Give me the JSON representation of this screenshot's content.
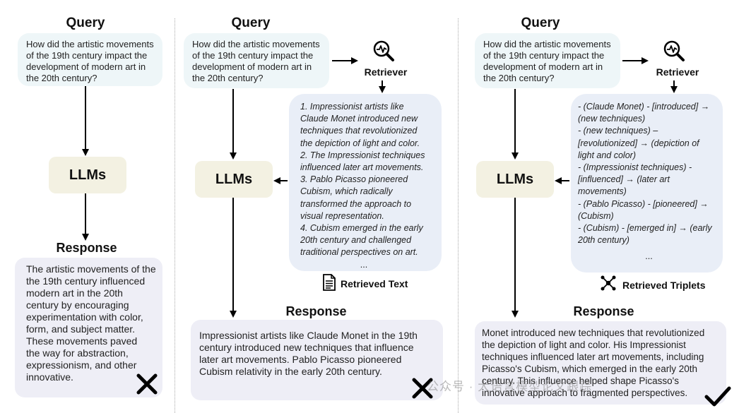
{
  "panel1": {
    "query_heading": "Query",
    "query_lines": [
      "How did the artistic movements",
      "of the 19th century impact the",
      "development of modern art in",
      "the 20th century?"
    ],
    "llm_label": "LLMs",
    "response_heading": "Response",
    "response_lines": [
      "The artistic movements of the",
      "the 19th century influenced",
      "modern art in the 20th",
      "century by encouraging",
      "experimentation with color,",
      "form, and subject matter.",
      "These movements paved",
      "the way for abstraction,",
      "expressionism, and other",
      "innovative."
    ],
    "result_icon": "cross-icon"
  },
  "panel2": {
    "query_heading": "Query",
    "query_lines": [
      "How did the artistic movements",
      "of the 19th century impact the",
      "development of modern art in",
      "the 20th century?"
    ],
    "retriever_label": "Retriever",
    "retriever_icon": "magnifier-pulse-icon",
    "retrieved_lines": [
      "1. Impressionist artists like",
      "Claude Monet introduced new",
      "techniques that revolutionized",
      "the depiction of light and color.",
      "2. The Impressionist techniques",
      "influenced later art movements.",
      "3. Pablo Picasso pioneered",
      "Cubism, which radically",
      "transformed the approach to",
      "visual representation.",
      "4. Cubism emerged in the early",
      "20th century and challenged",
      "traditional perspectives on art."
    ],
    "ellipsis": "...",
    "retrieved_label": "Retrieved Text",
    "retrieved_icon": "document-icon",
    "llm_label": "LLMs",
    "response_heading": "Response",
    "response_lines": [
      "Impressionist artists like Claude Monet in the 19th",
      "century introduced new techniques that influence",
      "later art movements. Pablo Picasso pioneered",
      "Cubism relativity in the early 20th century."
    ],
    "result_icon": "cross-icon"
  },
  "panel3": {
    "query_heading": "Query",
    "query_lines": [
      "How did the artistic movements",
      "of the 19th century impact the",
      "development of modern art in",
      "the 20th century?"
    ],
    "retriever_label": "Retriever",
    "retriever_icon": "magnifier-pulse-icon",
    "triplet_lines": [
      "- (Claude Monet) - [introduced] →",
      "(new techniques)",
      "- (new techniques) –",
      "[revolutionized] → (depiction of",
      "light and color)",
      "- (Impressionist techniques) -",
      "[influenced] → (later art",
      "movements)",
      "- (Pablo Picasso) - [pioneered] →",
      "(Cubism)",
      "- (Cubism) - [emerged in] → (early",
      "20th century)"
    ],
    "ellipsis": "...",
    "retrieved_label": "Retrieved Triplets",
    "retrieved_icon": "graph-nodes-icon",
    "llm_label": "LLMs",
    "response_heading": "Response",
    "response_lines": [
      "Monet introduced new techniques that revolutionized",
      "the depiction of light and color. His Impressionist",
      "techniques influenced later art movements, including",
      "Picasso's Cubism, which emerged in the early 20th",
      "century. This influence helped shape Picasso's",
      "innovative approach to fragmented perspectives."
    ],
    "result_icon": "check-icon"
  },
  "watermark": "公众号 · 大语言模型论文跟踪"
}
